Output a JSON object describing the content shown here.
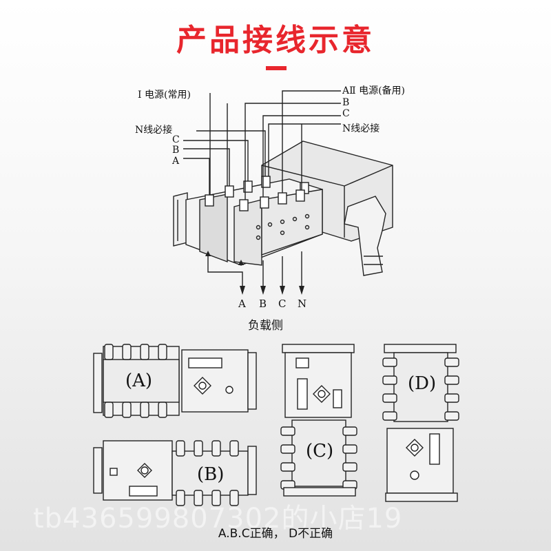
{
  "title": "产品接线示意",
  "accent_color": "#e8262d",
  "top_diagram": {
    "source_one": "I 电源(常用)",
    "source_two": "AⅡ 电源(备用)",
    "left_phase_labels": [
      "N线必接",
      "C",
      "B",
      "A"
    ],
    "right_phase_labels": [
      "B",
      "C",
      "N线必接"
    ],
    "load_terminals": [
      "A",
      "B",
      "C",
      "N"
    ],
    "load_side": "负载侧"
  },
  "mount_diagrams": {
    "a": "(A)",
    "b": "(B)",
    "c": "(C)",
    "d": "(D)"
  },
  "caption": "A.B.C正确， D不正确",
  "watermark": "tb436599807302的小店19"
}
